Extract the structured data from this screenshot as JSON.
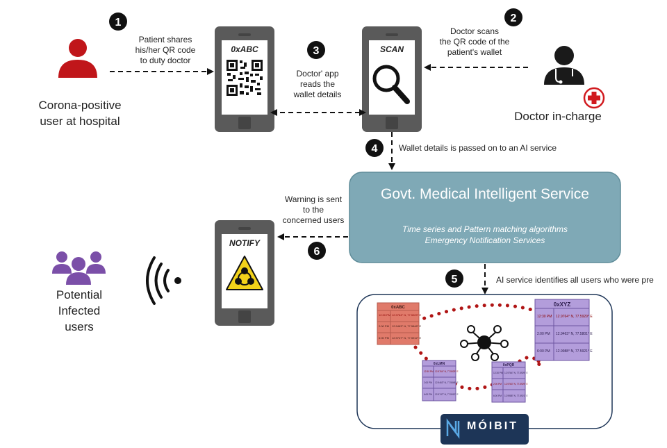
{
  "steps": {
    "s1": "1",
    "s2": "2",
    "s3": "3",
    "s4": "4",
    "s5": "5",
    "s6": "6"
  },
  "captions": {
    "patient_shares": [
      "Patient shares",
      "his/her QR code",
      "to duty doctor"
    ],
    "doctor_scans": [
      "Doctor scans",
      "the QR code of the",
      "patient's wallet"
    ],
    "app_reads": [
      "Doctor' app",
      "reads the",
      "wallet details"
    ],
    "wallet_passed": "Wallet details is passed on to an AI service",
    "warning_sent": [
      "Warning is sent",
      "to the",
      "concerned users"
    ],
    "ai_identifies": "AI service identifies all users who were pre"
  },
  "labels": {
    "patient": [
      "Corona-positive",
      "user at hospital"
    ],
    "doctor": "Doctor in-charge",
    "infected": [
      "Potential",
      "Infected",
      "users"
    ]
  },
  "phones": {
    "wallet": "0xABC",
    "scan": "SCAN",
    "notify": "NOTIFY"
  },
  "service": {
    "title": "Govt. Medical Intelligent Service",
    "lines": [
      "Time series and Pattern matching algorithms",
      "Emergency Notification Services"
    ]
  },
  "cards": {
    "abc": {
      "title": "0xABC",
      "rows": [
        [
          "12:30 PM",
          "12.9764° N, 77.5929° E"
        ],
        [
          "2:00 PM",
          "12.9463° N, 77.5848° E"
        ],
        [
          "6:00 PM",
          "12.9747° N, 77.5912° E"
        ]
      ]
    },
    "xyz": {
      "title": "0xXYZ",
      "rows": [
        [
          "12:30 PM",
          "12.9764° N, 77.5929° E"
        ],
        [
          "2:00 PM",
          "12.9463° N, 77.5801° E"
        ],
        [
          "6:00 PM",
          "12.9988° N, 77.5921° E"
        ]
      ]
    },
    "lmn": {
      "title": "0xLMN",
      "rows": [
        [
          "12:30 PM",
          "12.9764° N, 77.5929° E"
        ],
        [
          "2:00 PM",
          "12.9463° N, 77.5848° E"
        ],
        [
          "6:00 PM",
          "12.9747° N, 77.5912° E"
        ]
      ]
    },
    "pqr": {
      "title": "0xPQR",
      "rows": [
        [
          "12:30 PM",
          "12.9764° N, 77.5929° E"
        ],
        [
          "2:00 PM",
          "12.9763° N, 77.5929° E"
        ],
        [
          "6:00 PM",
          "12.9988° N, 77.5921° E"
        ]
      ]
    }
  },
  "brand": "MÓIBIT",
  "colors": {
    "phone": "#5a5a5a",
    "service": "#7fa9b6",
    "patient": "#c0161a",
    "users": "#7b4fa8",
    "card_red": "#e07a6a",
    "card_purple": "#b39ddb",
    "brand_bg": "#1d3557",
    "dots": "#b01515"
  }
}
